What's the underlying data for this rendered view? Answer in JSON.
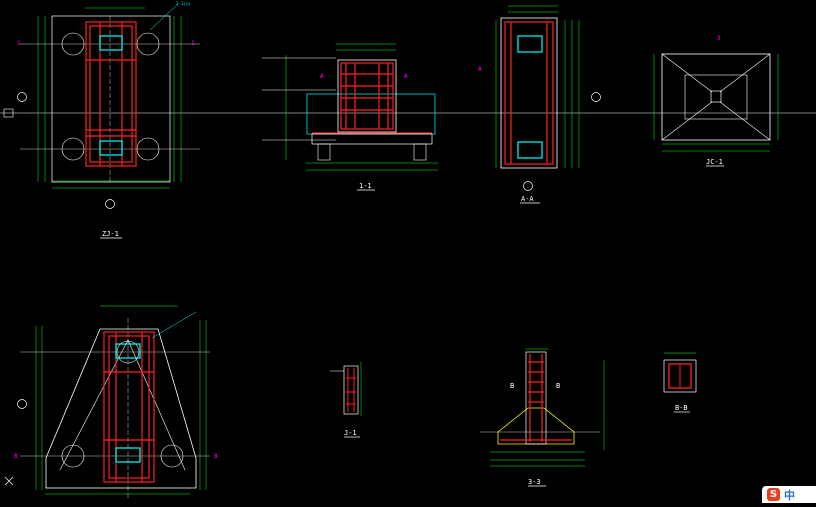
{
  "drawing": {
    "views": {
      "zj1": {
        "label": "ZJ-1"
      },
      "sec11": {
        "label": "1-1"
      },
      "secAA": {
        "label": "A-A"
      },
      "jc1": {
        "label": "JC-1"
      },
      "j1": {
        "label": "J-1"
      },
      "sec33": {
        "label": "3-3"
      },
      "secBB": {
        "label": "B-B"
      }
    },
    "marks": {
      "section_a": "A",
      "section_b": "B",
      "section_1": "1",
      "section_3": "3"
    },
    "ime": {
      "logo": "S",
      "mode": "中"
    }
  },
  "colors": {
    "background": "#000000",
    "rebar": "#ff2020",
    "outline": "#ffffff",
    "dimension": "#00ff00",
    "annotation": "#00ffff",
    "section_marker": "#ff00ff",
    "hatch": "#ffff00"
  },
  "icons": [
    "axis-bubble-icon",
    "ime-logo-icon"
  ]
}
